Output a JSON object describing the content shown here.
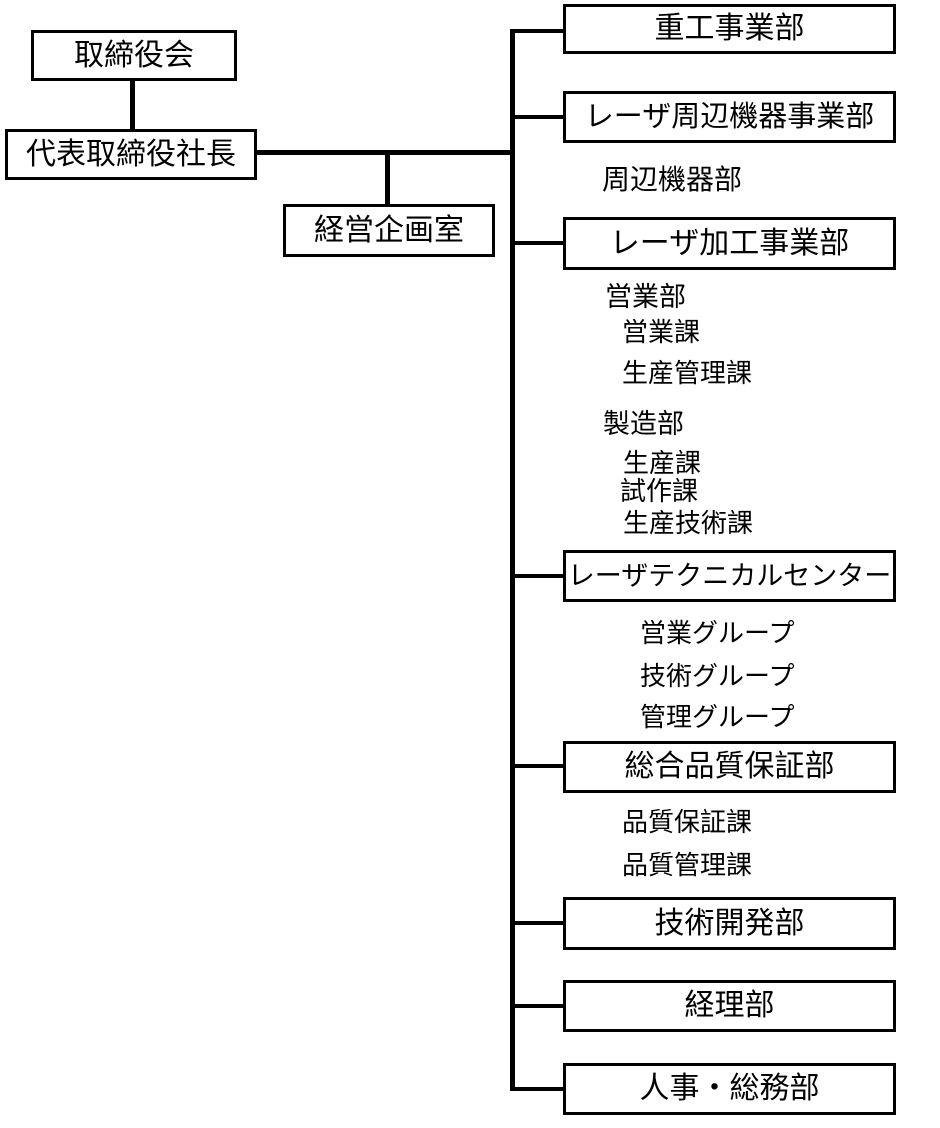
{
  "colors": {
    "background": "#ffffff",
    "line": "#000000",
    "box_border": "#000000",
    "text": "#000000"
  },
  "org": {
    "board": {
      "label": "取締役会"
    },
    "president": {
      "label": "代表取締役社長"
    },
    "staff": {
      "planning_office": {
        "label": "経営企画室"
      }
    },
    "divisions": [
      {
        "label": "重工事業部",
        "children": []
      },
      {
        "label": "レーザ周辺機器事業部",
        "children": [
          {
            "label": "周辺機器部",
            "children": []
          }
        ]
      },
      {
        "label": "レーザ加工事業部",
        "children": [
          {
            "label": "営業部",
            "children": [
              {
                "label": "営業課"
              },
              {
                "label": "生産管理課"
              }
            ]
          },
          {
            "label": "製造部",
            "children": [
              {
                "label": "生産課"
              },
              {
                "label": "試作課"
              },
              {
                "label": "生産技術課"
              }
            ]
          }
        ]
      },
      {
        "label": "レーザテクニカルセンター",
        "children": [
          {
            "label": "営業グループ"
          },
          {
            "label": "技術グループ"
          },
          {
            "label": "管理グループ"
          }
        ]
      },
      {
        "label": "総合品質保証部",
        "children": [
          {
            "label": "品質保証課"
          },
          {
            "label": "品質管理課"
          }
        ]
      },
      {
        "label": "技術開発部",
        "children": []
      },
      {
        "label": "経理部",
        "children": []
      },
      {
        "label": "人事・総務部",
        "children": []
      }
    ]
  }
}
